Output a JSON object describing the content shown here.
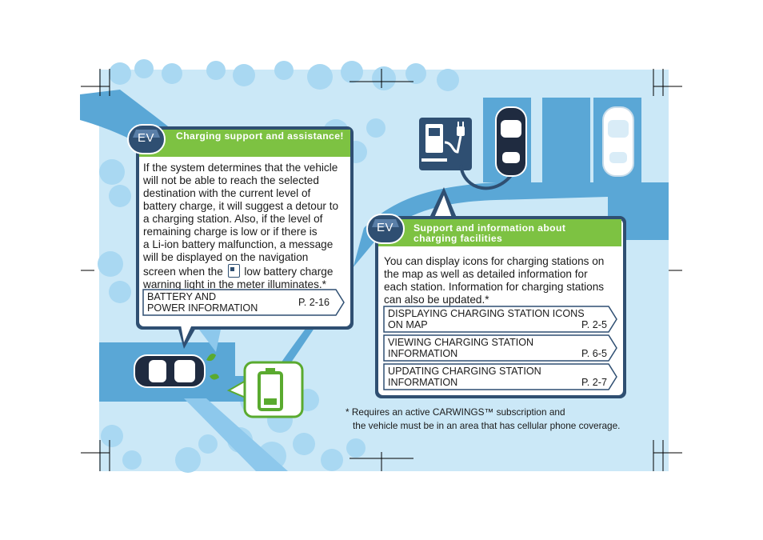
{
  "callout_left": {
    "badge": "EV",
    "title": "Charging support and assistance!",
    "lines": [
      "If the system determines that the vehicle",
      "will not be able to reach the selected",
      "destination with the current level of",
      "battery charge, it will suggest a detour to",
      "a charging station. Also, if the level of",
      "remaining charge is low or if there is",
      "a Li-ion battery malfunction, a message",
      "will be displayed on the navigation"
    ],
    "line_before_icon": "screen when the",
    "line_after_icon": "low battery charge",
    "last_line": "warning light in the meter illuminates.*",
    "link": {
      "line1": "BATTERY AND",
      "line2": "POWER INFORMATION",
      "page": "P. 2-16"
    }
  },
  "callout_right": {
    "badge": "EV",
    "title_line1": "Support and information about",
    "title_line2": "charging facilities",
    "lines": [
      "You can display icons for charging stations on",
      "the map as well as detailed information for",
      "each station. Information for charging stations",
      "can also be updated.*"
    ],
    "links": [
      {
        "line1": "DISPLAYING CHARGING STATION ICONS",
        "line2": "ON MAP",
        "page": "P. 2-5"
      },
      {
        "line1": "VIEWING CHARGING STATION",
        "line2": "INFORMATION",
        "page": "P. 6-5"
      },
      {
        "line1": "UPDATING CHARGING STATION",
        "line2": "INFORMATION",
        "page": "P. 2-7"
      }
    ]
  },
  "footnote": {
    "line1": "* Requires an active CARWINGS™ subscription and",
    "line2": "the vehicle must be in an area that has cellular phone coverage."
  },
  "icons": {
    "charging_station": "charging-station-icon",
    "low_battery": "low-battery-icon",
    "car": "car-icon",
    "battery_warning_light": "battery-warning-light-icon"
  },
  "colors": {
    "sky": "#cde9f7",
    "road": "#5aa7d6",
    "header_green": "#7dc242",
    "navy": "#2f4f72",
    "battery_green": "#5aaa2f"
  }
}
